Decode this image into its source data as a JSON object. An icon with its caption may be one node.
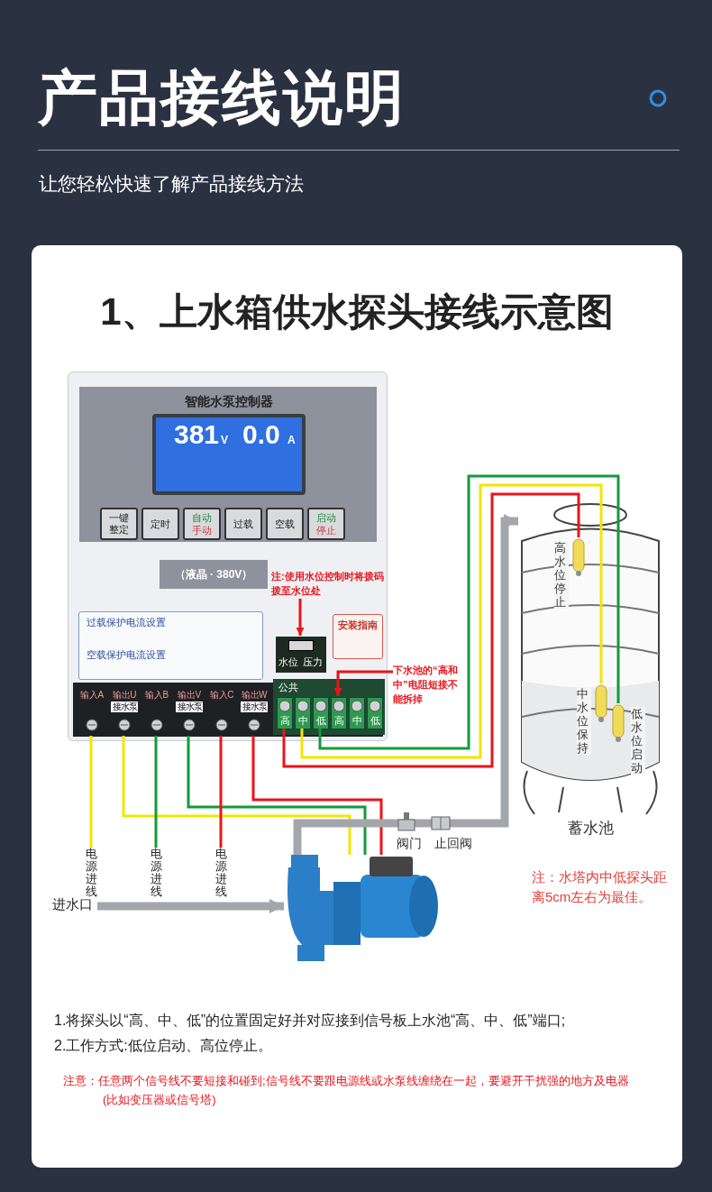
{
  "diagram": {
    "title": "产品接线说明",
    "nodes": [
      {
        "text": [
          "智能水泵控制器"
        ]
      },
      {
        "text": [
          "381",
          "V",
          "0.0",
          "A"
        ],
        "in": 0
      },
      {
        "text": [
          "一键整定"
        ],
        "in": 0
      },
      {
        "text": [
          "定时"
        ],
        "in": 0
      },
      {
        "text": [
          "自动",
          "手动"
        ],
        "in": 0
      },
      {
        "text": [
          "过载"
        ],
        "in": 0
      },
      {
        "text": [
          "空载"
        ],
        "in": 0
      },
      {
        "text": [
          "启动",
          "停止"
        ],
        "in": 0
      },
      {
        "text": [
          "（液晶 · 380V）"
        ],
        "in": 0
      },
      {
        "text": [
          "水位",
          "压力"
        ],
        "in": 0
      },
      {
        "text": [
          "安装指南"
        ],
        "in": 0
      },
      {
        "text": [
          "过载保护电流设置",
          "空载保护电流设置"
        ],
        "in": 0
      },
      {
        "text": [
          "输入A"
        ],
        "in": 0
      },
      {
        "text": [
          "输出U",
          "接水泵"
        ],
        "in": 0
      },
      {
        "text": [
          "输入B"
        ],
        "in": 0
      },
      {
        "text": [
          "输出V",
          "接水泵"
        ],
        "in": 0
      },
      {
        "text": [
          "输入C"
        ],
        "in": 0
      },
      {
        "text": [
          "输出W",
          "接水泵"
        ],
        "in": 0
      },
      {
        "text": [
          "公共"
        ],
        "in": 0
      },
      {
        "text": [
          "高"
        ],
        "in": 18
      },
      {
        "text": [
          "中"
        ],
        "in": 18
      },
      {
        "text": [
          "低"
        ],
        "in": 18
      },
      {
        "text": [
          "高"
        ],
        "in": 18
      },
      {
        "text": [
          "中"
        ],
        "in": 18
      },
      {
        "text": [
          "低"
        ],
        "in": 18
      },
      {
        "text": [
          "注:使用水位控制时将拨码拨至水位处"
        ],
        "in": 0
      },
      {
        "text": [
          "下水池的“高和中”电阻短接不能拆掉"
        ]
      },
      {
        "text": [],
        "shape": "picture"
      },
      {
        "text": [
          "电源进线"
        ]
      },
      {
        "text": [
          "电源进线"
        ]
      },
      {
        "text": [
          "电源进线"
        ]
      },
      {
        "text": [
          "进水口"
        ]
      },
      {
        "text": [
          "蓄水池"
        ]
      },
      {
        "text": [
          "高水位停止"
        ],
        "in": 32
      },
      {
        "text": [
          "中水位保持"
        ],
        "in": 32
      },
      {
        "text": [
          "低水位启动"
        ],
        "in": 32
      }
    ],
    "edges": [
      {
        "from": 12,
        "to": 28,
        "arrow": "none",
        "color": "#f2e600"
      },
      {
        "from": 13,
        "to": 27,
        "arrow": "none",
        "color": "#f2e600"
      },
      {
        "from": 14,
        "to": 29,
        "arrow": "none",
        "color": "#139a3c"
      },
      {
        "from": 15,
        "to": 27,
        "arrow": "none",
        "color": "#139a3c"
      },
      {
        "from": 16,
        "to": 30,
        "arrow": "none",
        "color": "#e8141c"
      },
      {
        "from": 17,
        "to": 27,
        "arrow": "none",
        "color": "#e8141c"
      },
      {
        "from": 19,
        "to": 33,
        "arrow": "none",
        "color": "#e8141c"
      },
      {
        "from": 20,
        "to": 34,
        "arrow": "none",
        "color": "#f2e600"
      },
      {
        "from": 21,
        "to": 35,
        "arrow": "none",
        "color": "#139a3c"
      },
      {
        "from": 31,
        "to": 27,
        "arrow": "to",
        "style": "thick",
        "color": "#a3a7ab"
      },
      {
        "from": 27,
        "to": 32,
        "arrow": "to",
        "style": "thick",
        "color": "#a3a7ab"
      },
      {
        "from": 25,
        "to": 9,
        "arrow": "to",
        "color": "#e8141c"
      },
      {
        "from": 26,
        "to": 22,
        "arrow": "to",
        "color": "#e8141c"
      }
    ],
    "labels": [
      "让您轻松快速了解产品接线方法",
      "1、上水箱供水探头接线示意图",
      "阀门",
      "止回阀",
      "注：水塔内中低探头距离5cm左右为最佳。",
      "1.将探头以“高、中、低”的位置固定好并对应接到信号板上水池“高、中、低”端口;",
      "2.工作方式:低位启动、高位停止。",
      "注意：任意两个信号线不要短接和碰到;信号线不要跟电源线或水泵线缠绕在一起，要避开干扰强的地方及电器(比如变压器或信号塔)"
    ]
  }
}
